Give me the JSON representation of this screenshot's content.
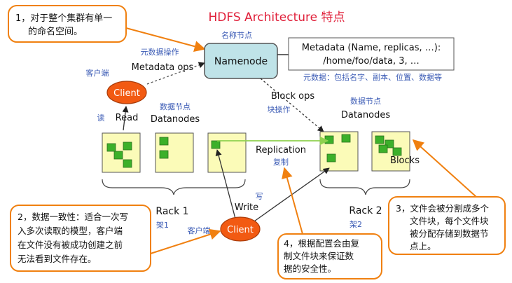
{
  "title": "HDFS Architecture 特点",
  "namenode": {
    "label": "Namenode",
    "caption": "名称节点"
  },
  "metadata": {
    "line1": "Metadata (Name, replicas, …):",
    "line2": "/home/foo/data, 3, …",
    "caption": "元数据：包括名字、副本、位置、数据等"
  },
  "metadata_ops": {
    "label": "Metadata ops",
    "caption": "元数据操作"
  },
  "block_ops": {
    "label": "Block ops",
    "caption": "块操作"
  },
  "client_top": {
    "label": "Client",
    "caption": "客户端"
  },
  "client_bottom": {
    "label": "Client",
    "caption": "客户端"
  },
  "read": {
    "label": "Read",
    "caption": "读"
  },
  "write": {
    "label": "Write",
    "caption": "写"
  },
  "datanodes_left": {
    "label": "Datanodes",
    "caption": "数据节点"
  },
  "datanodes_right": {
    "label": "Datanodes",
    "caption": "数据节点"
  },
  "replication": {
    "label": "Replication",
    "caption": "复制"
  },
  "rack1": {
    "label": "Rack 1",
    "caption": "架1"
  },
  "rack2": {
    "label": "Rack 2",
    "caption": "架2"
  },
  "blocks_label": "Blocks",
  "callouts": [
    {
      "lines": [
        "1，对于整个集群有单一",
        "的命名空间。"
      ]
    },
    {
      "lines": [
        "2，数据一致性：适合一次写",
        "入多次读取的模型，客户端",
        "在文件没有被成功创建之前",
        "无法看到文件存在。"
      ]
    },
    {
      "lines": [
        "3，文件会被分割成多个",
        "文件块，每个文件块",
        "被分配存储到数据节",
        "点上。"
      ]
    },
    {
      "lines": [
        "4，根据配置会由复",
        "制文件块来保证数",
        "据的安全性。"
      ]
    }
  ],
  "colors": {
    "title": "#e0203a",
    "namenode_fill": "#bfe3e8",
    "client_fill": "#f25a12",
    "datanode_fill": "#fbfbb8",
    "block_fill": "#3cb02a",
    "callout_border": "#f08010",
    "caption_blue": "#3b5bb5",
    "replication_arrow": "#8fd14f"
  }
}
